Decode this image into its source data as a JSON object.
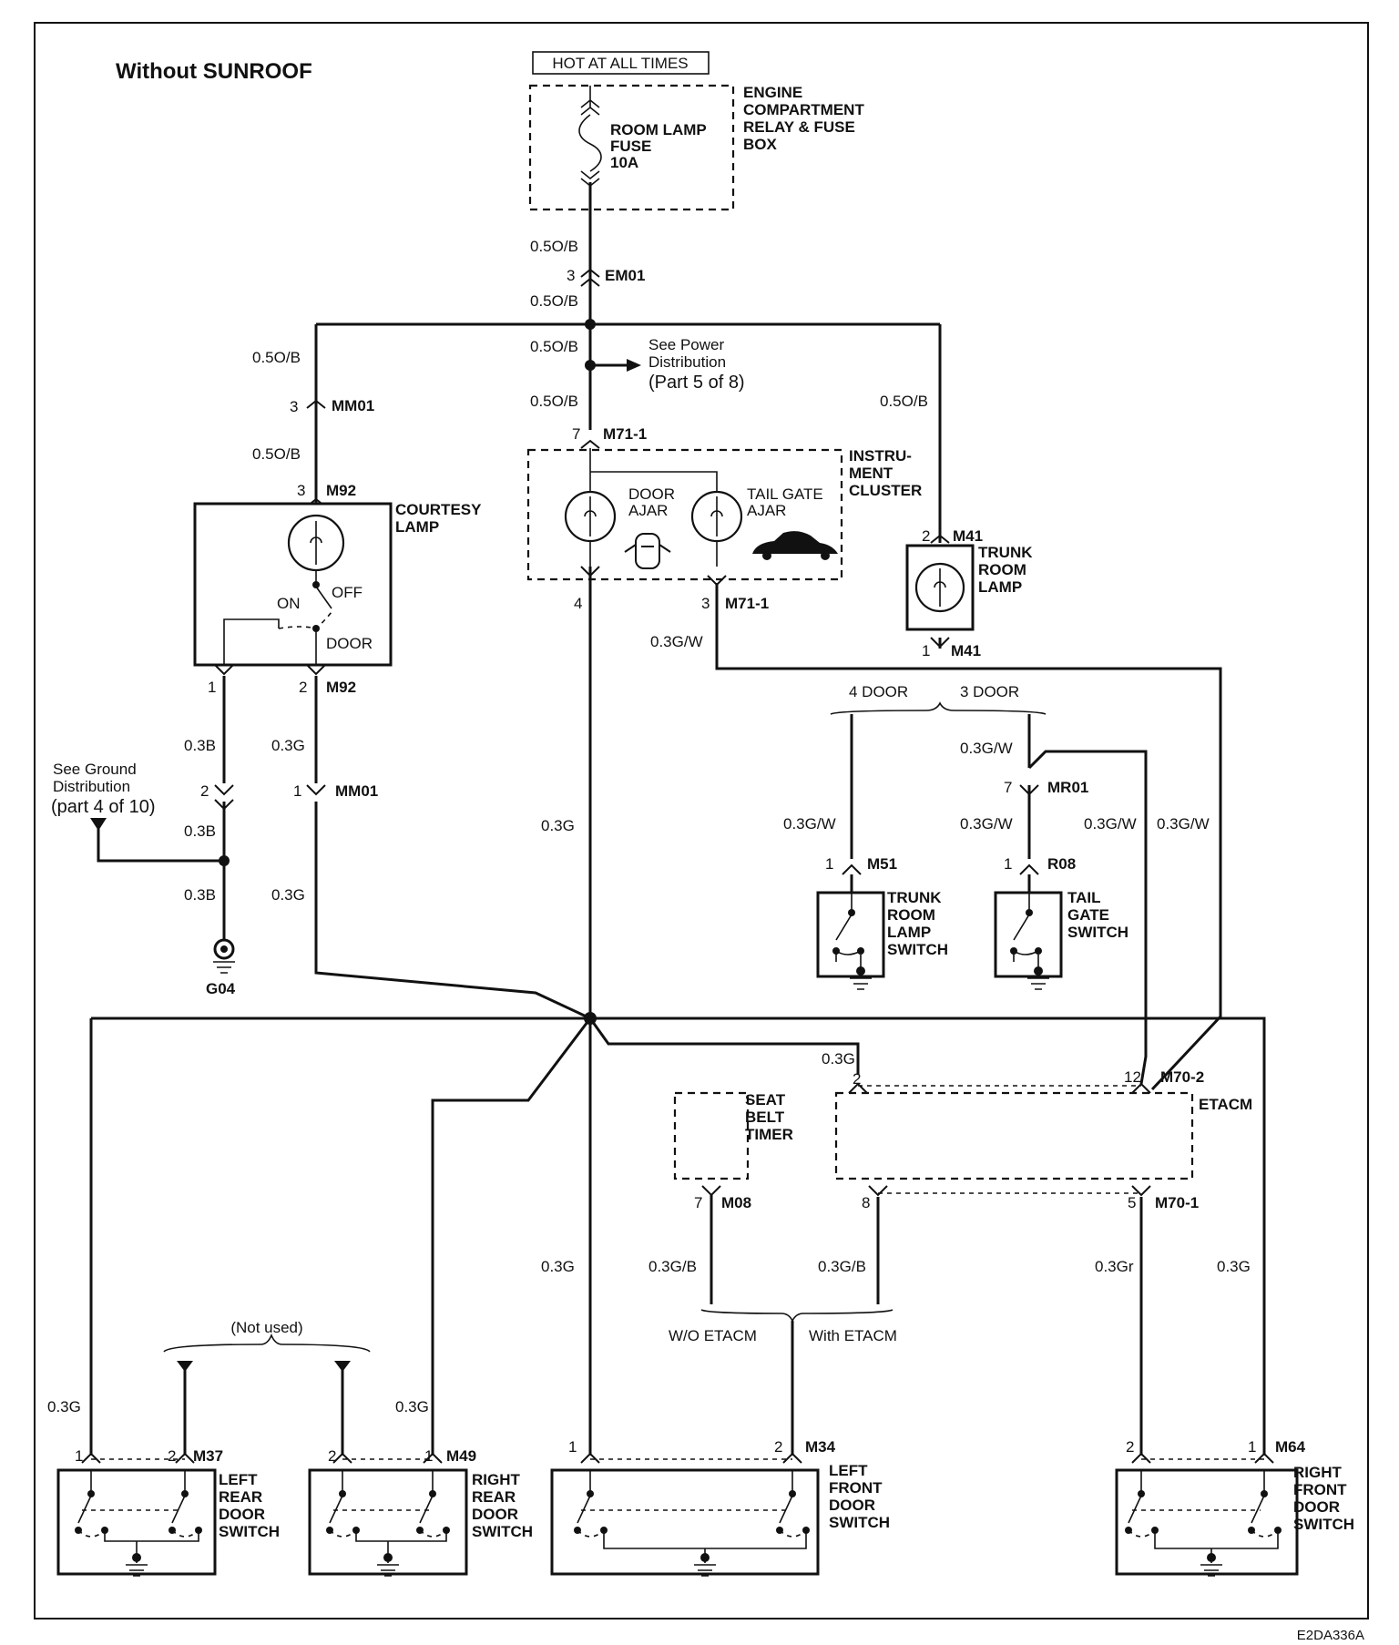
{
  "title": "Without SUNROOF",
  "hot_label": "HOT AT ALL TIMES",
  "figure_code": "E2DA336A",
  "engine_box": [
    "ENGINE",
    "COMPARTMENT",
    "RELAY & FUSE",
    "BOX"
  ],
  "fuse": [
    "ROOM LAMP",
    "FUSE",
    "10A"
  ],
  "instrument_cluster": [
    "INSTRU-",
    "MENT",
    "CLUSTER"
  ],
  "door_ajar": [
    "DOOR",
    "AJAR"
  ],
  "tailgate_ajar": [
    "TAIL GATE",
    "AJAR"
  ],
  "courtesy_lamp": [
    "COURTESY",
    "LAMP"
  ],
  "switch_on": "ON",
  "switch_off": "OFF",
  "switch_door": "DOOR",
  "trunk_room_lamp": [
    "TRUNK",
    "ROOM",
    "LAMP"
  ],
  "trunk_room_lamp_switch": [
    "TRUNK",
    "ROOM",
    "LAMP",
    "SWITCH"
  ],
  "tail_gate_switch": [
    "TAIL",
    "GATE",
    "SWITCH"
  ],
  "seat_belt_timer": [
    "SEAT",
    "BELT",
    "TIMER"
  ],
  "etacm": "ETACM",
  "left_rear_door_switch": [
    "LEFT",
    "REAR",
    "DOOR",
    "SWITCH"
  ],
  "right_rear_door_switch": [
    "RIGHT",
    "REAR",
    "DOOR",
    "SWITCH"
  ],
  "left_front_door_switch": [
    "LEFT",
    "FRONT",
    "DOOR",
    "SWITCH"
  ],
  "right_front_door_switch": [
    "RIGHT",
    "FRONT",
    "DOOR",
    "SWITCH"
  ],
  "see_power": [
    "See Power",
    "Distribution",
    "(Part 5 of 8)"
  ],
  "see_ground": [
    "See Ground",
    "Distribution",
    "(part 4 of 10)"
  ],
  "ground_g04": "G04",
  "four_door": "4 DOOR",
  "three_door": "3 DOOR",
  "not_used": "(Not used)",
  "wo_etacm": "W/O ETACM",
  "with_etacm": "With ETACM",
  "wires": {
    "w05ob": "0.5O/B",
    "w03g": "0.3G",
    "w03b": "0.3B",
    "w03gw": "0.3G/W",
    "w03gb": "0.3G/B",
    "w03gr": "0.3Gr"
  },
  "connectors": {
    "em01": "EM01",
    "mm01": "MM01",
    "m92": "M92",
    "m71_1": "M71-1",
    "m41": "M41",
    "mr01": "MR01",
    "m51": "M51",
    "r08": "R08",
    "m70_2": "M70-2",
    "m70_1": "M70-1",
    "m08": "M08",
    "m37": "M37",
    "m49": "M49",
    "m34": "M34",
    "m64": "M64"
  },
  "pins": {
    "p1": "1",
    "p2": "2",
    "p3": "3",
    "p4": "4",
    "p5": "5",
    "p7": "7",
    "p8": "8",
    "p12": "12"
  }
}
